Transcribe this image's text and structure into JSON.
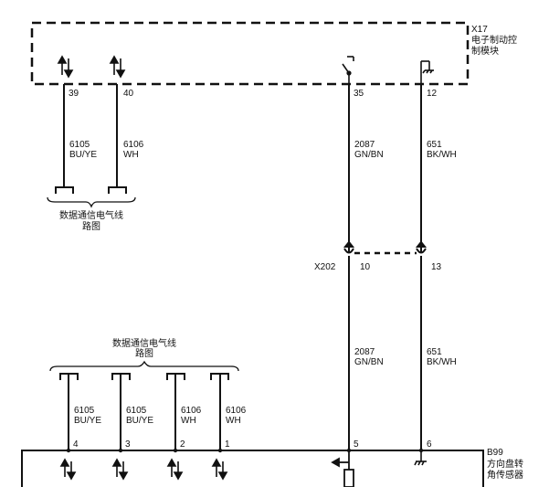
{
  "module_top": {
    "ref": "X17",
    "name_line1": "电子制动控",
    "name_line2": "制模块"
  },
  "module_bottom": {
    "ref": "B99",
    "name_line1": "方向盘转",
    "name_line2": "角传感器"
  },
  "top_pins": [
    "39",
    "40",
    "35",
    "12"
  ],
  "top_wires": [
    {
      "circuit": "6105",
      "color": "BU/YE"
    },
    {
      "circuit": "6106",
      "color": "WH"
    },
    {
      "circuit": "2087",
      "color": "GN/BN"
    },
    {
      "circuit": "651",
      "color": "BK/WH"
    }
  ],
  "bus_label_top": {
    "line1": "数据通信电气线",
    "line2": "路图"
  },
  "bus_label_bottom": {
    "line1": "数据通信电气线",
    "line2": "路图"
  },
  "connector": {
    "ref": "X202",
    "pin_a": "10",
    "pin_b": "13"
  },
  "mid_wires": [
    {
      "circuit": "2087",
      "color": "GN/BN"
    },
    {
      "circuit": "651",
      "color": "BK/WH"
    }
  ],
  "bottom_wires": [
    {
      "circuit": "6105",
      "color": "BU/YE"
    },
    {
      "circuit": "6105",
      "color": "BU/YE"
    },
    {
      "circuit": "6106",
      "color": "WH"
    },
    {
      "circuit": "6106",
      "color": "WH"
    }
  ],
  "bottom_pins": [
    "4",
    "3",
    "2",
    "1",
    "5",
    "6"
  ]
}
